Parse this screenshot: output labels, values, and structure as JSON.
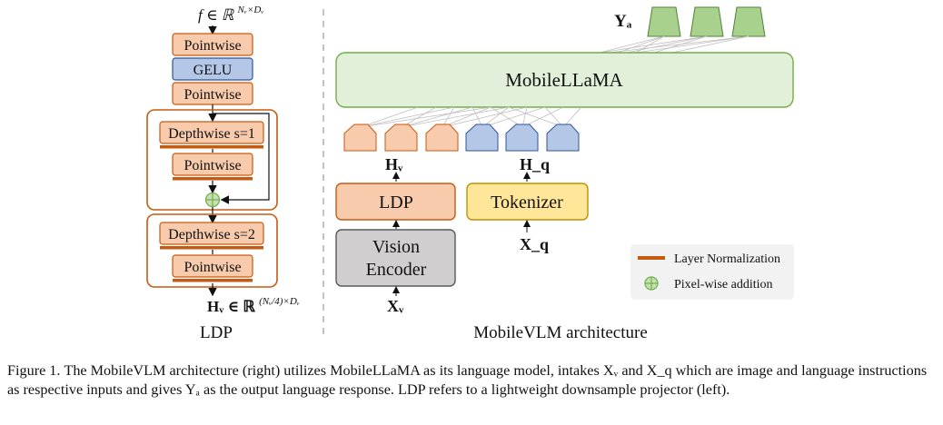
{
  "ldp_panel": {
    "input_label_prefix": "f ∈ ℝ",
    "input_label_sup": "Nᵥ×Dᵥ",
    "blocks": [
      "Pointwise",
      "GELU",
      "Pointwise"
    ],
    "group1": {
      "depthwise": "Depthwise s=1",
      "pointwise": "Pointwise"
    },
    "group2": {
      "depthwise": "Depthwise s=2",
      "pointwise": "Pointwise"
    },
    "output_label_prefix": "Hᵥ ∈ ℝ",
    "output_label_sup": "(Nᵥ/4)×Dᵥ",
    "title": "LDP"
  },
  "arch_panel": {
    "output_label": "Yₐ",
    "mobilellama": "MobileLLaMA",
    "hv_label": "Hᵥ",
    "hq_label": "H_q",
    "ldp": "LDP",
    "tokenizer": "Tokenizer",
    "vision_encoder_line1": "Vision",
    "vision_encoder_line2": "Encoder",
    "xv_label": "Xᵥ",
    "xq_label": "X_q",
    "title": "MobileVLM architecture",
    "legend": {
      "layer_norm": "Layer Normalization",
      "pixel_add": "Pixel-wise addition"
    }
  },
  "caption": {
    "prefix": "Figure 1.",
    "text": "The MobileVLM architecture (right) utilizes MobileLLaMA as its language model, intakes Xᵥ and X_q which are image and language instructions as respective inputs and gives Yₐ as the output language response. LDP refers to a lightweight downsample projector (left)."
  },
  "colors": {
    "orange_fill": "#f8cbad",
    "orange_stroke": "#c55a11",
    "blue_fill": "#b4c7e7",
    "blue_stroke": "#2f5597",
    "green_fill": "#e2f0d9",
    "green_stroke": "#70ad47",
    "green_token": "#a9d18e",
    "yellow_fill": "#ffe699",
    "yellow_stroke": "#bf9000",
    "gray_fill": "#d0cece",
    "gray_stroke": "#595959",
    "norm_bar": "#c55a11"
  }
}
